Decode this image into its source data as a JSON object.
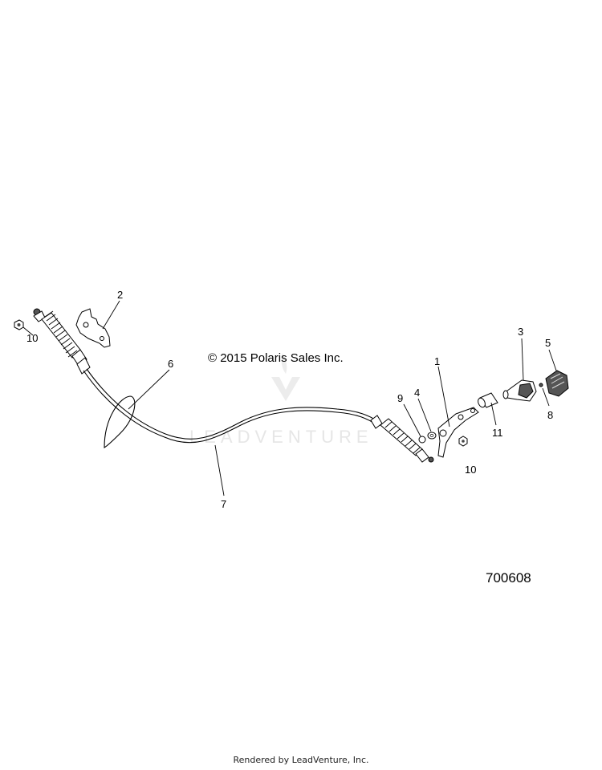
{
  "diagram": {
    "copyright": "© 2015 Polaris Sales Inc.",
    "diagram_id": "700608",
    "watermark": "LEADVENTURE",
    "footer": "Rendered by LeadVenture, Inc.",
    "callouts": {
      "c1": "1",
      "c2": "2",
      "c3": "3",
      "c4": "4",
      "c5": "5",
      "c6": "6",
      "c7": "7",
      "c8": "8",
      "c9": "9",
      "c10a": "10",
      "c10b": "10",
      "c11": "11"
    }
  }
}
